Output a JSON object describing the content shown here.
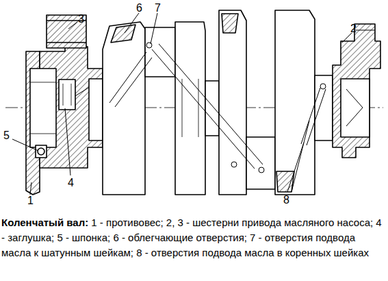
{
  "diagram": {
    "title": "Коленчатый вал:",
    "caption": "1 - противовес; 2, 3 - шестерни привода масляного насоса; 4 - заглушка; 5 - шпонка; 6 - облегчающие отверстия; 7 - отверстия подвода масла к шатунным шейкам; 8 - отверстия подвода масла в коренных шейках",
    "labels": [
      "1",
      "2",
      "3",
      "4",
      "5",
      "6",
      "7",
      "8"
    ]
  }
}
